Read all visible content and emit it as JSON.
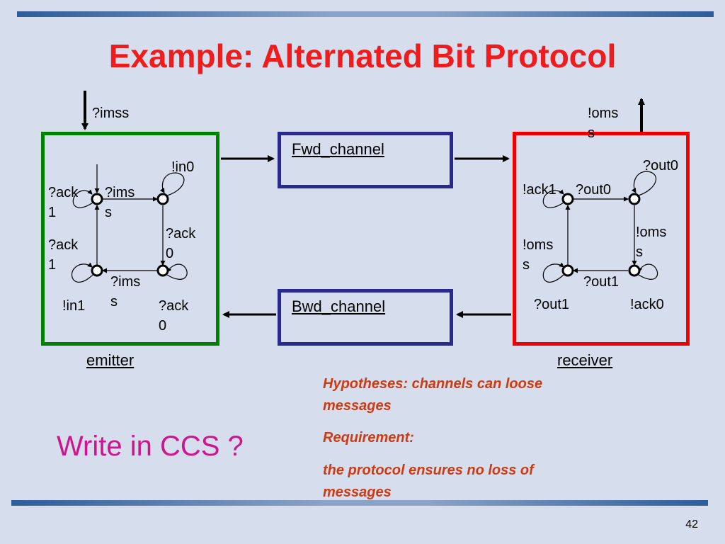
{
  "slide": {
    "title": "Example: Alternated Bit Protocol",
    "page_number": "42"
  },
  "diagram": {
    "input_label": "?imss",
    "output_label_line1": "!oms",
    "output_label_line2": "s",
    "fwd_channel": "Fwd_channel",
    "bwd_channel": "Bwd_channel",
    "emitter_caption": "emitter",
    "receiver_caption": "receiver",
    "emitter": {
      "in0": "!in0",
      "ack1_top_l1": "?ack",
      "ack1_top_l2": "1",
      "imss_top_l1": "?ims",
      "imss_top_l2": "s",
      "ack0_right_l1": "?ack",
      "ack0_right_l2": "0",
      "ack1_left_l1": "?ack",
      "ack1_left_l2": "1",
      "imss_bottom_l1": "?ims",
      "imss_bottom_l2": "s",
      "in1": "!in1",
      "ack0_bottom_l1": "?ack",
      "ack0_bottom_l2": "0"
    },
    "receiver": {
      "out0_top": "?out0",
      "ack1": "!ack1",
      "out0_mid": "?out0",
      "omss_left_l1": "!oms",
      "omss_left_l2": "s",
      "omss_right_l1": "!oms",
      "omss_right_l2": "s",
      "out1_mid": "?out1",
      "out1_bottom": "?out1",
      "ack0": "!ack0"
    }
  },
  "notes": {
    "hyp_line1": "Hypotheses: channels can loose",
    "hyp_line2": "messages",
    "req_label": "Requirement:",
    "req_line1": "the protocol ensures no loss of",
    "req_line2": "messages"
  },
  "question": "Write in CCS ?",
  "colors": {
    "title": "#ee1c1c",
    "emitter_border": "#008000",
    "receiver_border": "#ee0000",
    "channel_border": "#2a2a8e",
    "notes": "#d03a10",
    "question": "#d0148c",
    "background": "#d6dded"
  }
}
